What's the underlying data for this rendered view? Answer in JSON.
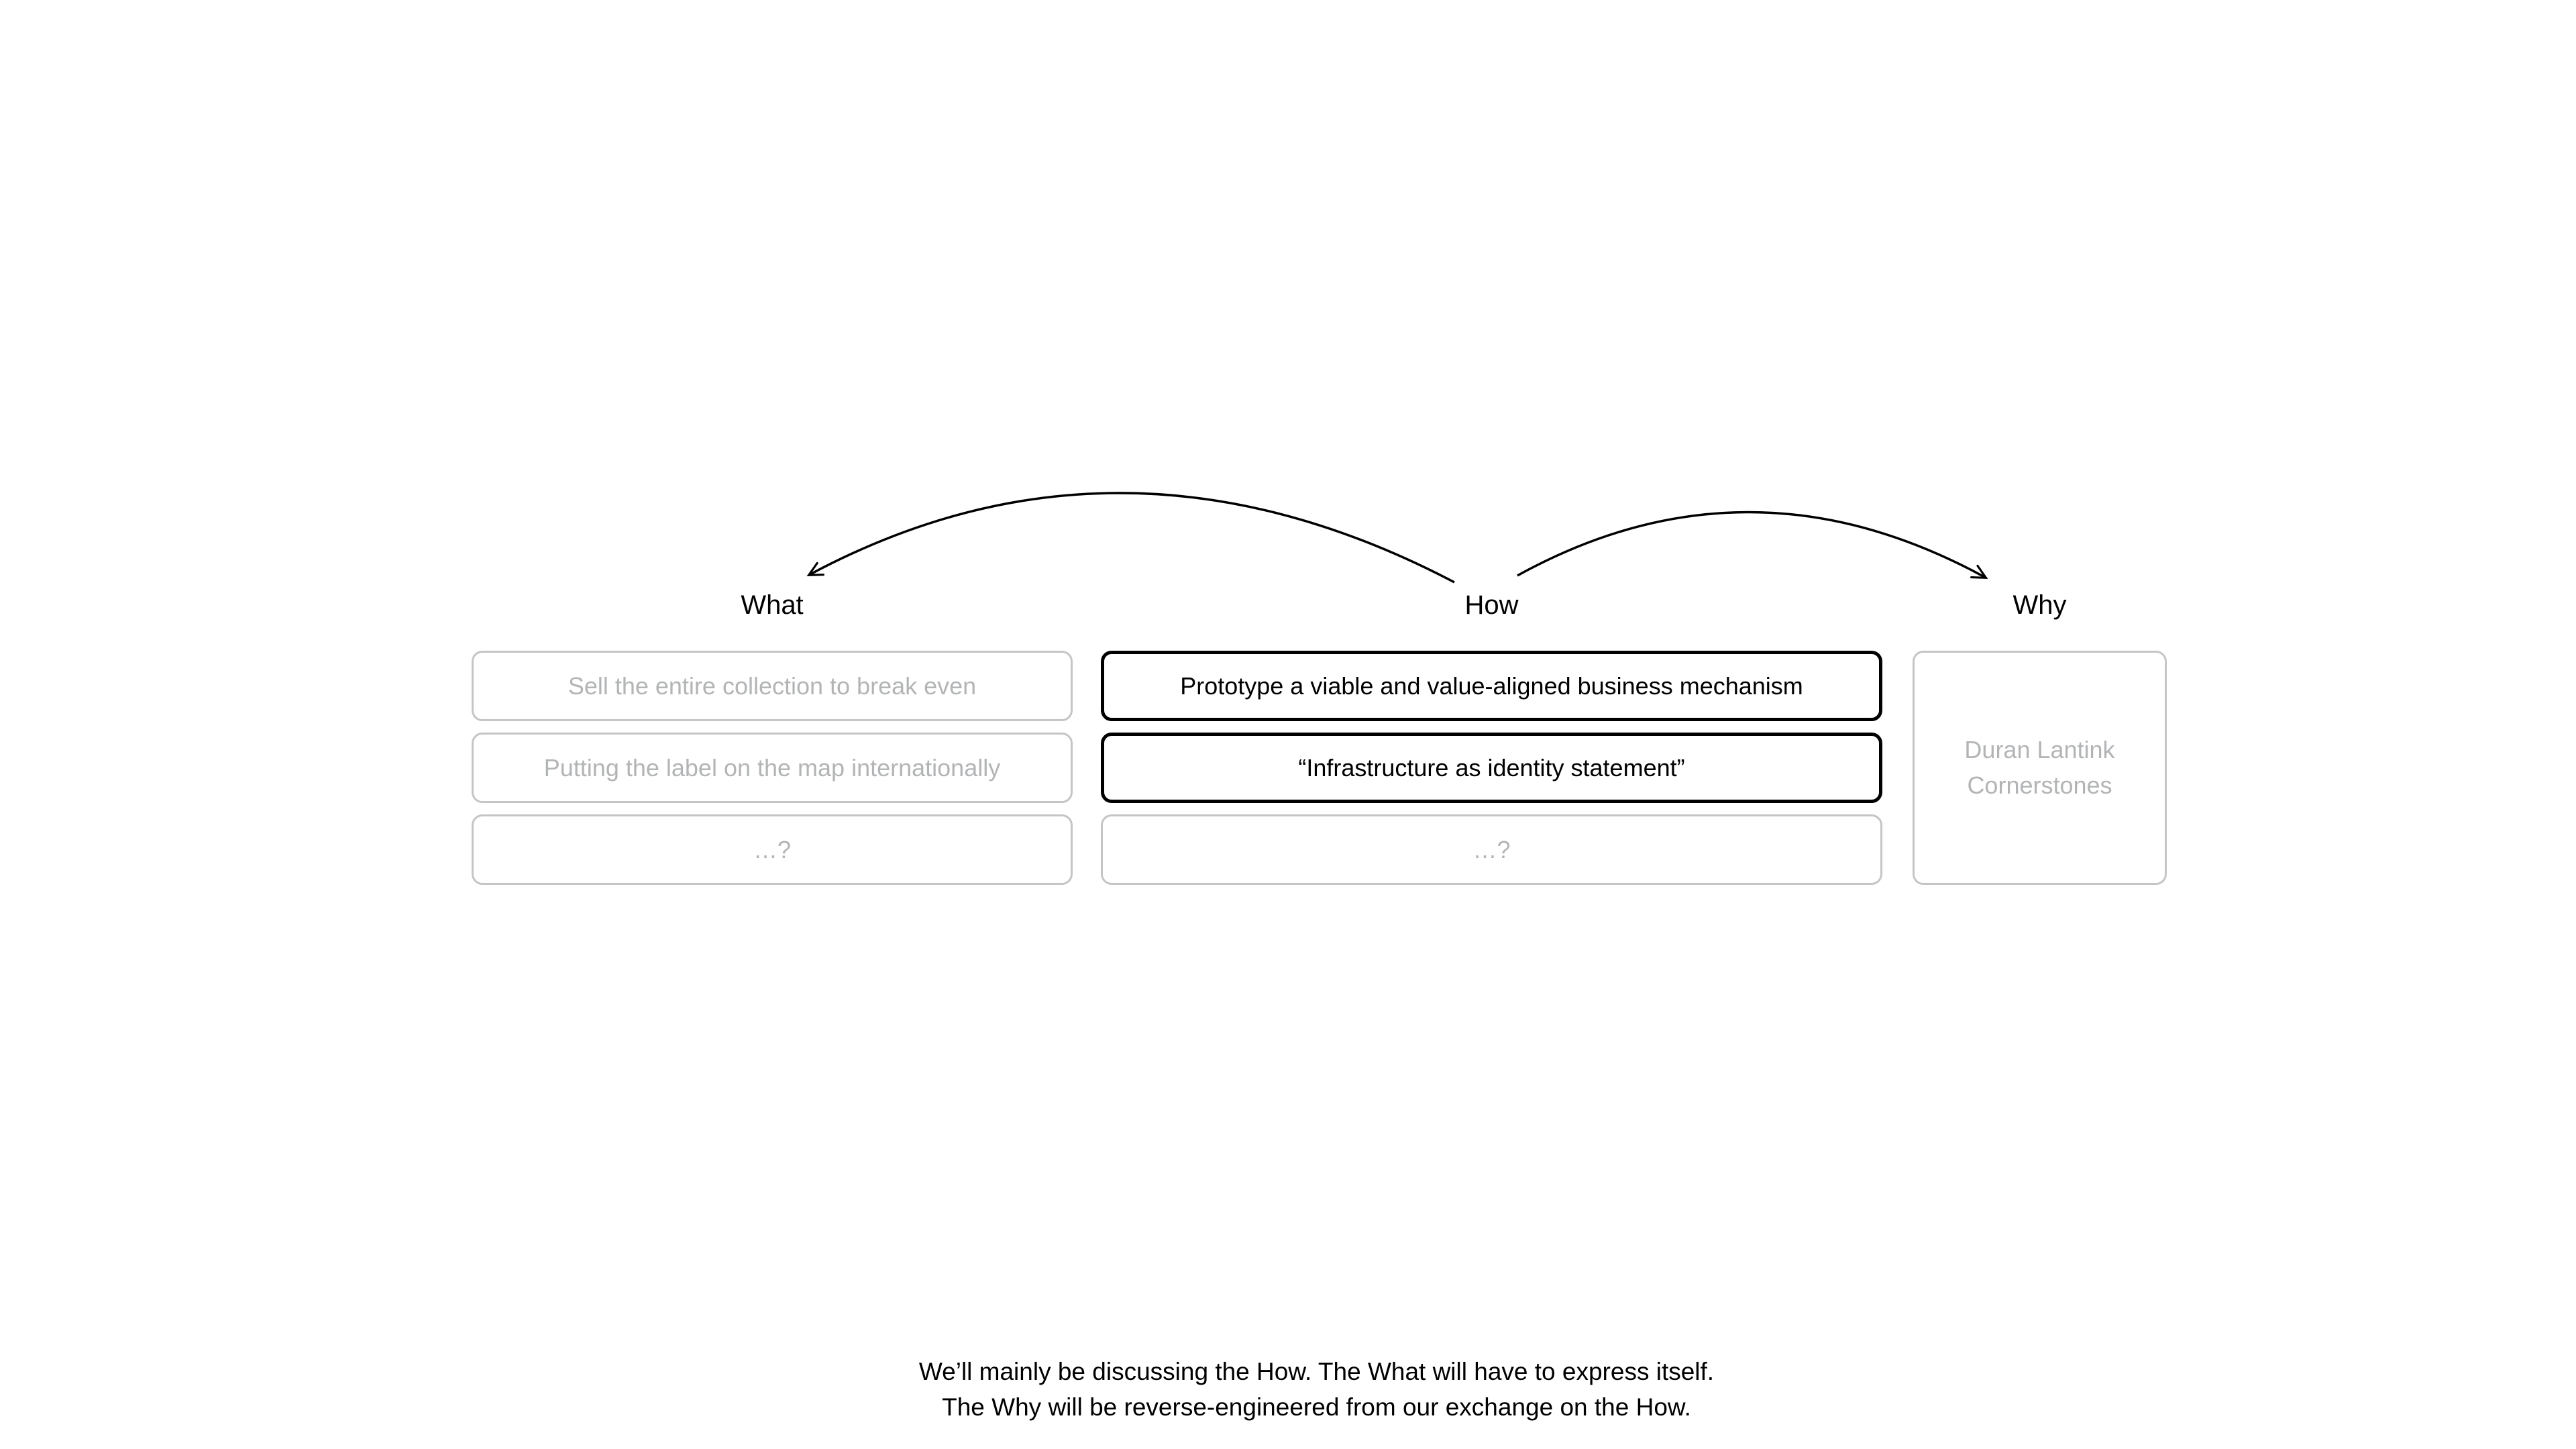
{
  "colors": {
    "background": "#ffffff",
    "emphasis": "#000000",
    "muted_border": "#c5c5c5",
    "muted_text": "#b2b4b6",
    "arrow": "#000000"
  },
  "columns": {
    "what": {
      "label": "What",
      "boxes": [
        {
          "text": "Sell the entire collection to break even"
        },
        {
          "text": "Putting the label on the map internationally"
        },
        {
          "text": "…?"
        }
      ]
    },
    "how": {
      "label": "How",
      "boxes": [
        {
          "text": "Prototype a viable and value-aligned business mechanism"
        },
        {
          "text": "“Infrastructure as identity statement”"
        },
        {
          "text": "…?"
        }
      ]
    },
    "why": {
      "label": "Why",
      "boxes": [
        {
          "text": "Duran Lantink Cornerstones"
        }
      ]
    }
  },
  "arrows": [
    {
      "name": "how-to-what",
      "from": "How",
      "to": "What"
    },
    {
      "name": "how-to-why",
      "from": "How",
      "to": "Why"
    }
  ],
  "footer": {
    "line1": "We’ll mainly be discussing the How. The What will have to express itself.",
    "line2": "The Why will be reverse-engineered from our exchange on the How."
  }
}
